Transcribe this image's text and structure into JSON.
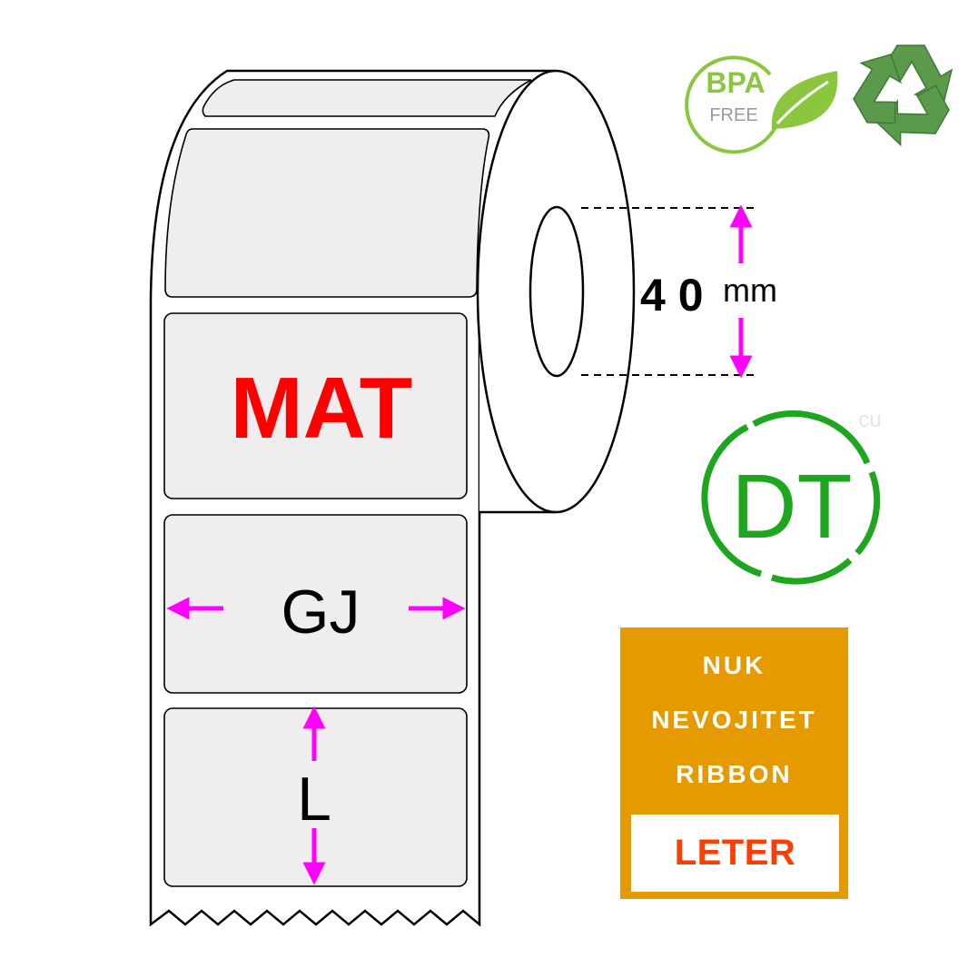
{
  "roll": {
    "finish_label": "MAT",
    "width_label": "GJ",
    "length_label": "L",
    "core_value": "40",
    "core_unit": "mm"
  },
  "bpa_badge": {
    "line1": "BPA",
    "line2": "FREE"
  },
  "dt_logo": {
    "letters": "DT",
    "corner_mark": "cu"
  },
  "ribbon_badge": {
    "line1": "NUK",
    "line2": "NEVOJITET",
    "line3": "RIBBON",
    "box_label": "LETER"
  },
  "colors": {
    "label_fill": "#efedee",
    "finish_red": "#ff0000",
    "arrow_magenta": "#ff00ff",
    "dt_green": "#1ea61e",
    "badge_orange": "#e59a00",
    "badge_box_text": "#ff3d00",
    "bpa_green": "#8cc63f",
    "recycle_green": "#5a9a4a"
  },
  "icons": [
    "recycle-icon",
    "leaf-icon",
    "arrow-up-icon",
    "arrow-down-icon",
    "arrow-left-icon",
    "arrow-right-icon"
  ]
}
